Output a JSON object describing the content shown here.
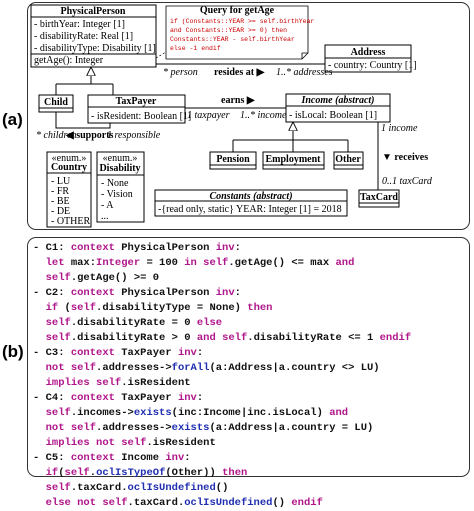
{
  "figure": {
    "label_a": "(a)",
    "label_b": "(b)"
  },
  "classes": {
    "physical_person": {
      "name": "PhysicalPerson",
      "attributes": [
        "- birthYear: Integer [1]",
        "- disabilityRate: Real [1]",
        "- disabilityType: Disability [1]"
      ],
      "operations": [
        "getAge(): Integer"
      ]
    },
    "address": {
      "name": "Address",
      "attributes": [
        "- country: Country [1]"
      ]
    },
    "child": {
      "name": "Child"
    },
    "tax_payer": {
      "name": "TaxPayer",
      "attributes": [
        "- isResident: Boolean [1]"
      ]
    },
    "income": {
      "name": "Income (abstract)",
      "attributes": [
        "- isLocal: Boolean [1]"
      ]
    },
    "pension": {
      "name": "Pension"
    },
    "employment": {
      "name": "Employment"
    },
    "other": {
      "name": "Other"
    },
    "tax_card": {
      "name": "TaxCard"
    },
    "constants": {
      "name": "Constants (abstract)",
      "attributes": [
        "-{read only, static} YEAR: Integer [1] = 2018"
      ]
    },
    "country_enum": {
      "stereotype": "«enum.»",
      "name": "Country",
      "literals": [
        "- LU",
        "- FR",
        "- BE",
        "- DE",
        "- OTHER"
      ]
    },
    "disability_enum": {
      "stereotype": "«enum.»",
      "name": "Disability",
      "literals": [
        "- None",
        "- Vision",
        "- A",
        "..."
      ]
    }
  },
  "query_note": {
    "title": "Query for getAge",
    "lines": [
      "if (Constants::YEAR >= self.birthYear",
      "and Constants::YEAR >= 0) then",
      "Constants::YEAR - self.birthYear",
      "else -1 endif"
    ]
  },
  "associations": {
    "resides_at": "resides at ▶",
    "person": "* person",
    "addresses": "1..* addresses",
    "earns": "earns ▶",
    "taxpayer": "1 taxpayer",
    "incomes": "1..* incomes",
    "supports": "◀ supports",
    "children": "* children",
    "responsible": "1 responsible",
    "receives": "▼ receives",
    "income_end": "1 income",
    "tax_card_end": "0..1 taxCard"
  },
  "ocl_constraints": [
    {
      "tokens": [
        [
          "plain",
          "- C1: "
        ],
        [
          "kw",
          "context"
        ],
        [
          "plain",
          " PhysicalPerson "
        ],
        [
          "kw",
          "inv"
        ],
        [
          "plain",
          ":"
        ]
      ]
    },
    {
      "tokens": [
        [
          "plain",
          "  "
        ],
        [
          "kw",
          "let"
        ],
        [
          "plain",
          " max:"
        ],
        [
          "kw",
          "Integer"
        ],
        [
          "plain",
          " = 100 "
        ],
        [
          "kw",
          "in self"
        ],
        [
          "plain",
          ".getAge() <= max "
        ],
        [
          "kw",
          "and"
        ]
      ]
    },
    {
      "tokens": [
        [
          "plain",
          "  "
        ],
        [
          "kw",
          "self"
        ],
        [
          "plain",
          ".getAge() >= 0"
        ]
      ]
    },
    {
      "tokens": [
        [
          "plain",
          "- C2: "
        ],
        [
          "kw",
          "context"
        ],
        [
          "plain",
          " PhysicalPerson "
        ],
        [
          "kw",
          "inv"
        ],
        [
          "plain",
          ":"
        ]
      ]
    },
    {
      "tokens": [
        [
          "plain",
          "  "
        ],
        [
          "kw",
          "if"
        ],
        [
          "plain",
          " ("
        ],
        [
          "kw",
          "self"
        ],
        [
          "plain",
          ".disabilityType = None) "
        ],
        [
          "kw",
          "then"
        ]
      ]
    },
    {
      "tokens": [
        [
          "plain",
          "  "
        ],
        [
          "kw",
          "self"
        ],
        [
          "plain",
          ".disabilityRate = 0 "
        ],
        [
          "kw",
          "else"
        ]
      ]
    },
    {
      "tokens": [
        [
          "plain",
          "  "
        ],
        [
          "kw",
          "self"
        ],
        [
          "plain",
          ".disabilityRate > 0 "
        ],
        [
          "kw",
          "and self"
        ],
        [
          "plain",
          ".disabilityRate <= 1 "
        ],
        [
          "kw",
          "endif"
        ]
      ]
    },
    {
      "tokens": [
        [
          "plain",
          "- C3: "
        ],
        [
          "kw",
          "context"
        ],
        [
          "plain",
          " TaxPayer "
        ],
        [
          "kw",
          "inv"
        ],
        [
          "plain",
          ":"
        ]
      ]
    },
    {
      "tokens": [
        [
          "plain",
          "  "
        ],
        [
          "kw",
          "not self"
        ],
        [
          "plain",
          ".addresses->"
        ],
        [
          "op",
          "forAll"
        ],
        [
          "plain",
          "(a:Address|a.country <> LU)"
        ]
      ]
    },
    {
      "tokens": [
        [
          "plain",
          "  "
        ],
        [
          "kw",
          "implies self"
        ],
        [
          "plain",
          ".isResident"
        ]
      ]
    },
    {
      "tokens": [
        [
          "plain",
          "- C4: "
        ],
        [
          "kw",
          "context"
        ],
        [
          "plain",
          " TaxPayer "
        ],
        [
          "kw",
          "inv"
        ],
        [
          "plain",
          ":"
        ]
      ]
    },
    {
      "tokens": [
        [
          "plain",
          "  "
        ],
        [
          "kw",
          "self"
        ],
        [
          "plain",
          ".incomes->"
        ],
        [
          "op",
          "exists"
        ],
        [
          "plain",
          "(inc:Income|inc.isLocal) "
        ],
        [
          "kw",
          "and"
        ]
      ]
    },
    {
      "tokens": [
        [
          "plain",
          "  "
        ],
        [
          "kw",
          "not self"
        ],
        [
          "plain",
          ".addresses->"
        ],
        [
          "op",
          "exists"
        ],
        [
          "plain",
          "(a:Address|a.country = LU)"
        ]
      ]
    },
    {
      "tokens": [
        [
          "plain",
          "  "
        ],
        [
          "kw",
          "implies not self"
        ],
        [
          "plain",
          ".isResident"
        ]
      ]
    },
    {
      "tokens": [
        [
          "plain",
          "- C5: "
        ],
        [
          "kw",
          "context"
        ],
        [
          "plain",
          " Income "
        ],
        [
          "kw",
          "inv"
        ],
        [
          "plain",
          ":"
        ]
      ]
    },
    {
      "tokens": [
        [
          "plain",
          "  "
        ],
        [
          "kw",
          "if"
        ],
        [
          "plain",
          "("
        ],
        [
          "kw",
          "self"
        ],
        [
          "plain",
          "."
        ],
        [
          "op",
          "oclIsTypeOf"
        ],
        [
          "plain",
          "(Other)) "
        ],
        [
          "kw",
          "then"
        ]
      ]
    },
    {
      "tokens": [
        [
          "plain",
          "  "
        ],
        [
          "kw",
          "self"
        ],
        [
          "plain",
          ".taxCard."
        ],
        [
          "op",
          "oclIsUndefined"
        ],
        [
          "plain",
          "()"
        ]
      ]
    },
    {
      "tokens": [
        [
          "plain",
          "  "
        ],
        [
          "kw",
          "else not self"
        ],
        [
          "plain",
          ".taxCard."
        ],
        [
          "op",
          "oclIsUndefined"
        ],
        [
          "plain",
          "() "
        ],
        [
          "kw",
          "endif"
        ]
      ]
    }
  ],
  "colors": {
    "keyword": "#b0168a",
    "operation": "#1f2fb0",
    "text": "#111111",
    "note_keyword": "#cc0000"
  }
}
